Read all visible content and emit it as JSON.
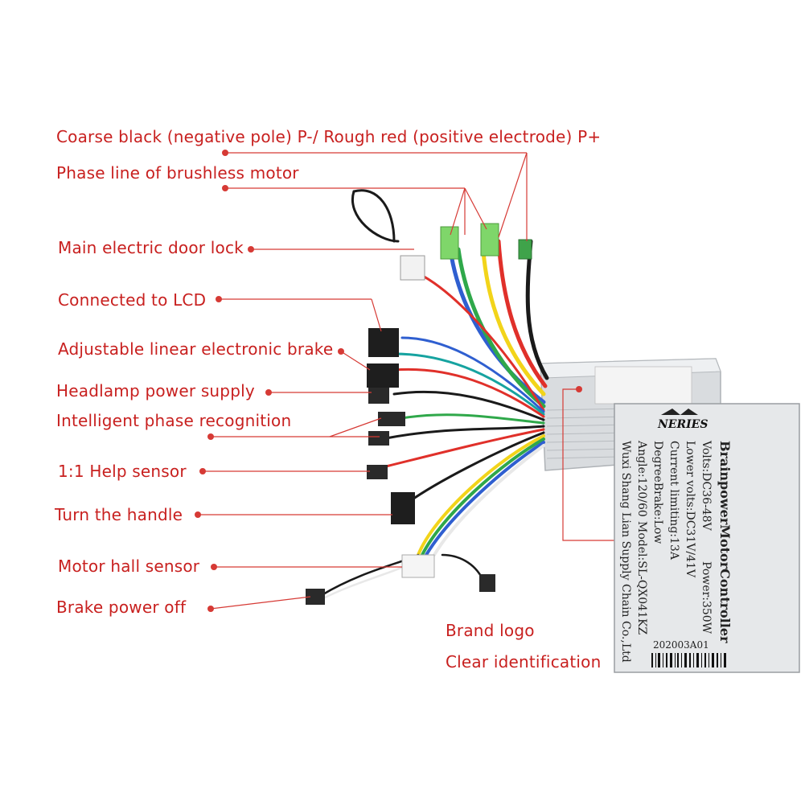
{
  "labels": {
    "power": "Coarse black (negative pole) P-/ Rough red (positive electrode) P+",
    "phase": "Phase line of brushless motor",
    "lock": "Main electric door lock",
    "lcd": "Connected to LCD",
    "brake_adj": "Adjustable linear electronic brake",
    "headlamp": "Headlamp power supply",
    "phase_recog": "Intelligent phase recognition",
    "help_sensor": "1:1 Help sensor",
    "handle": "Turn the handle",
    "hall": "Motor hall sensor",
    "brake_off": "Brake power off",
    "brand_logo": "Brand logo",
    "clear_id": "Clear identification"
  },
  "controller_label": {
    "logo": "NERIES",
    "title": "BrainpowerMotorController",
    "volts": "Volts:DC36-48V",
    "power": "Power:350W",
    "lower_volts": "Lower volts:DC31V/41V",
    "current": "Current limiting:13A",
    "degree": "DegreeBrake:Low",
    "angle": "Angle:120/60",
    "model": "Model:SL-QX041KZ",
    "maker": "Wuxi Shang Lian Supply Chain Co.,Ltd",
    "serial": "202003A01"
  },
  "colors": {
    "label_red": "#c8201f",
    "wire_red": "#e0302a",
    "wire_black": "#1a1a1a",
    "wire_green": "#2fa84a",
    "wire_yellow": "#f2d41a",
    "wire_blue": "#2f5fd0",
    "wire_teal": "#16a3a0",
    "wire_white": "#e8e8e8",
    "housing": "#e3e6e8"
  }
}
